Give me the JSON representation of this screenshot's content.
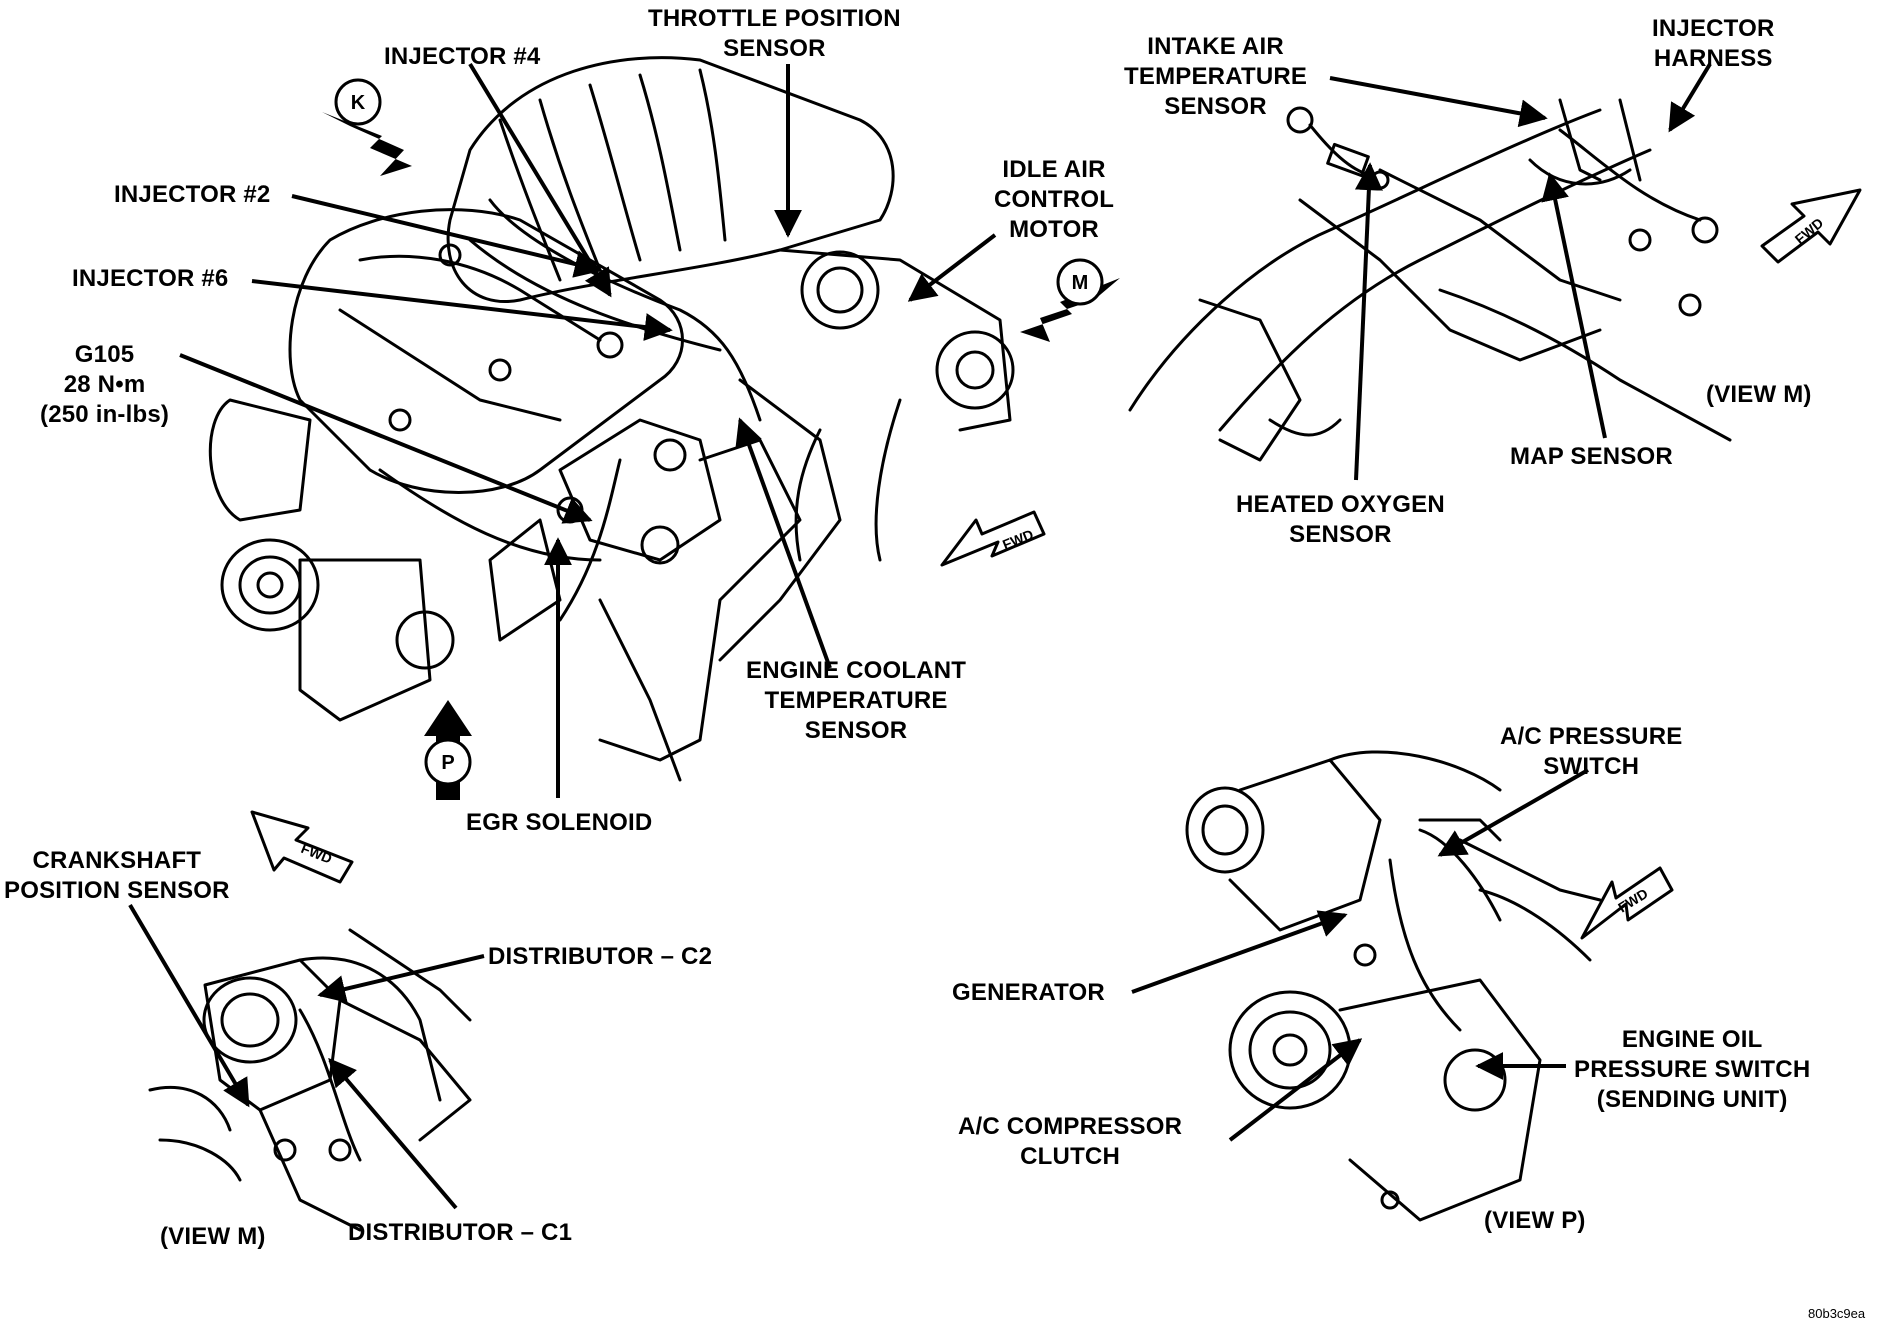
{
  "labels": {
    "throttle_position_sensor": [
      "THROTTLE POSITION",
      "SENSOR"
    ],
    "injector_4": [
      "INJECTOR #4"
    ],
    "injector_2": [
      "INJECTOR #2"
    ],
    "injector_6": [
      "INJECTOR #6"
    ],
    "g105": [
      "G105",
      "28 N•m",
      "(250 in-lbs)"
    ],
    "idle_air_control_motor": [
      "IDLE AIR",
      "CONTROL",
      "MOTOR"
    ],
    "engine_coolant_temperature_sensor": [
      "ENGINE COOLANT",
      "TEMPERATURE",
      "SENSOR"
    ],
    "egr_solenoid": [
      "EGR SOLENOID"
    ],
    "intake_air_temperature_sensor": [
      "INTAKE AIR",
      "TEMPERATURE",
      "SENSOR"
    ],
    "injector_harness": [
      "INJECTOR",
      "HARNESS"
    ],
    "view_m_top": [
      "(VIEW M)"
    ],
    "map_sensor": [
      "MAP SENSOR"
    ],
    "heated_oxygen_sensor": [
      "HEATED OXYGEN",
      "SENSOR"
    ],
    "crankshaft_position_sensor": [
      "CRANKSHAFT",
      "POSITION SENSOR"
    ],
    "distributor_c2": [
      "DISTRIBUTOR – C2"
    ],
    "distributor_c1": [
      "DISTRIBUTOR – C1"
    ],
    "view_m_bottom": [
      "(VIEW M)"
    ],
    "ac_pressure_switch": [
      "A/C PRESSURE",
      "SWITCH"
    ],
    "generator": [
      "GENERATOR"
    ],
    "engine_oil_pressure_switch": [
      "ENGINE OIL",
      "PRESSURE SWITCH",
      "(SENDING UNIT)"
    ],
    "ac_compressor_clutch": [
      "A/C COMPRESSOR",
      "CLUTCH"
    ],
    "view_p": [
      "(VIEW P)"
    ]
  },
  "view_markers": {
    "k": "K",
    "m": "M",
    "p": "P"
  },
  "fwd_text": "FWD",
  "figure_code": "80b3c9ea",
  "icons": [
    "view-k-arrow-icon",
    "view-m-arrow-icon",
    "view-p-arrow-icon",
    "fwd-arrow-icon"
  ]
}
